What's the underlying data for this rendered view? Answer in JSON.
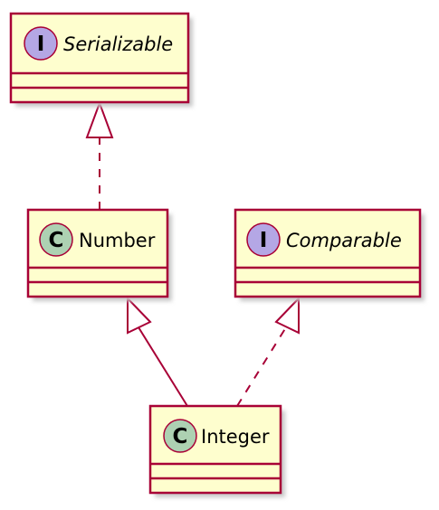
{
  "diagram": {
    "colors": {
      "box_fill": "#fefece",
      "border": "#a80036",
      "class_badge": "#add1b2",
      "interface_badge": "#b4a7e5"
    },
    "nodes": [
      {
        "id": "serializable",
        "name": "Serializable",
        "kind": "interface",
        "badge": "I"
      },
      {
        "id": "number",
        "name": "Number",
        "kind": "class",
        "badge": "C"
      },
      {
        "id": "comparable",
        "name": "Comparable",
        "kind": "interface",
        "badge": "I"
      },
      {
        "id": "integer",
        "name": "Integer",
        "kind": "class",
        "badge": "C"
      }
    ],
    "relations": [
      {
        "from": "number",
        "to": "serializable",
        "type": "realization"
      },
      {
        "from": "integer",
        "to": "number",
        "type": "generalization"
      },
      {
        "from": "integer",
        "to": "comparable",
        "type": "realization"
      }
    ]
  }
}
